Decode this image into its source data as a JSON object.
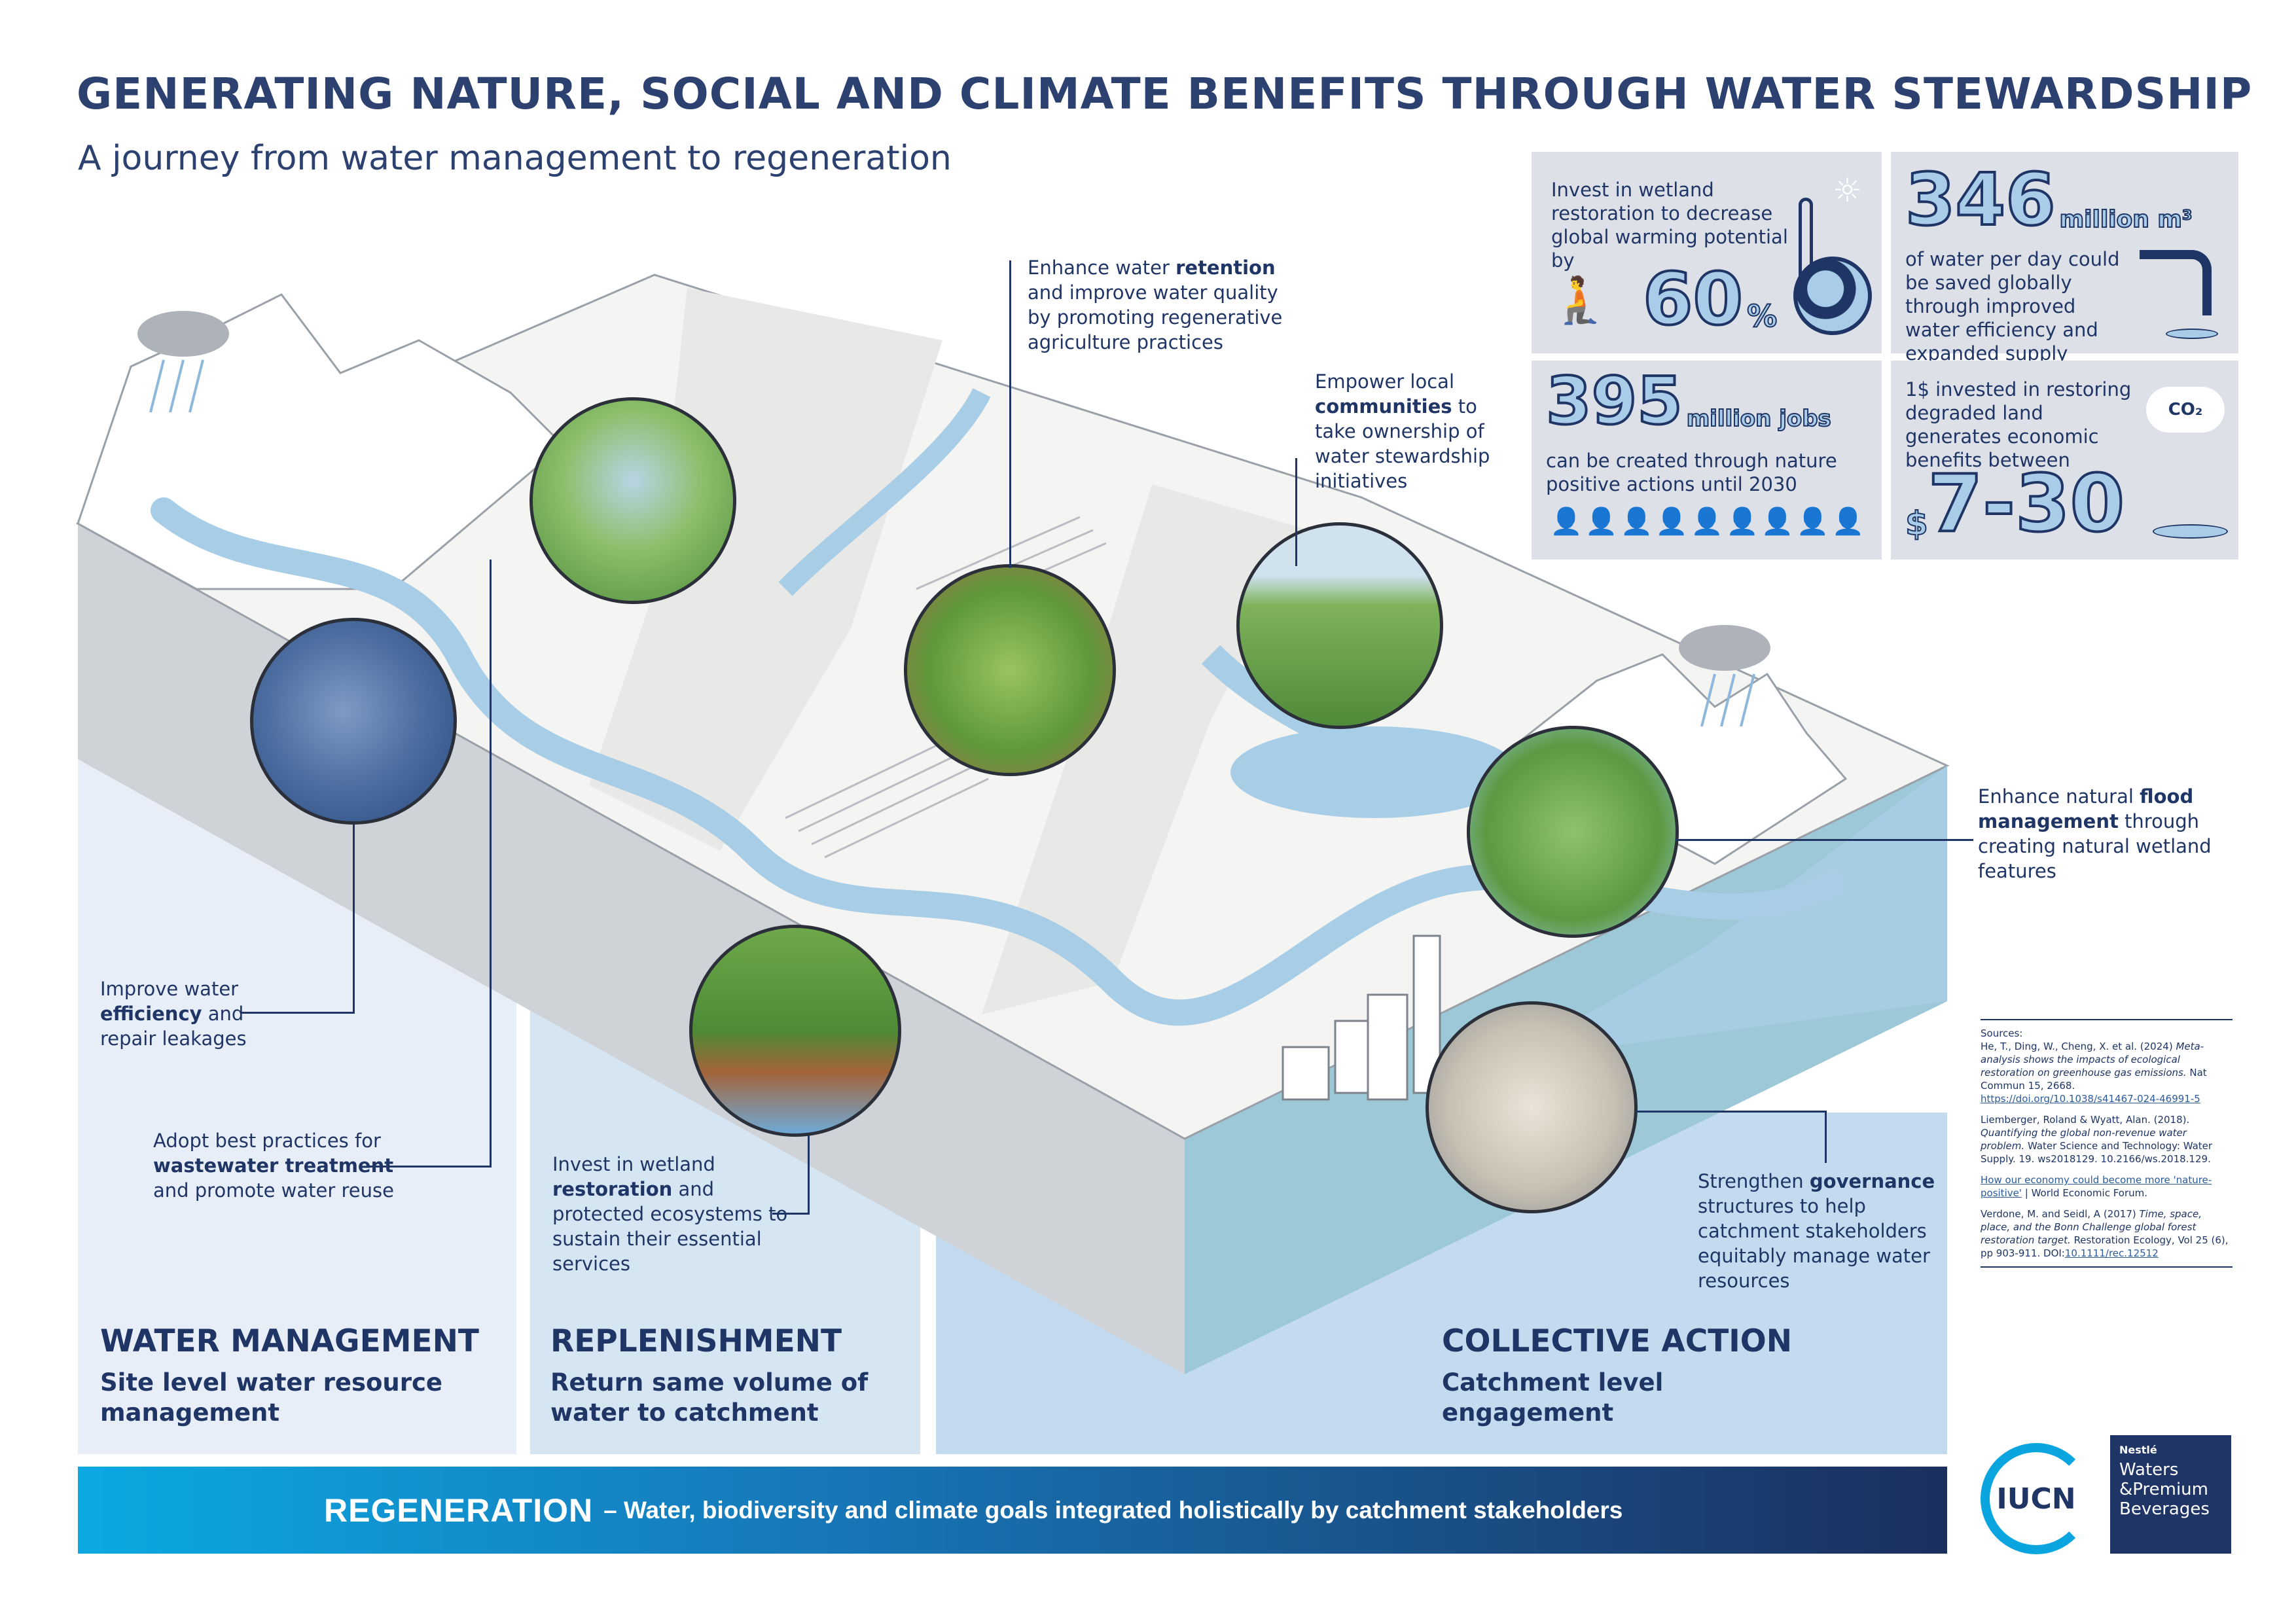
{
  "header": {
    "title": "GENERATING NATURE, SOCIAL AND CLIMATE BENEFITS THROUGH WATER STEWARDSHIP",
    "subtitle": "A journey from water management to regeneration"
  },
  "stats": [
    {
      "text": "Invest in wetland restoration to decrease global warming potential by",
      "value": "60",
      "unit": "%",
      "icons": [
        "person-planting-icon",
        "tree-icon",
        "sun-icon",
        "thermometer-icon",
        "globe-icon"
      ]
    },
    {
      "value": "346",
      "unit": "million m³",
      "text": "of water per day could be saved globally through improved water efficiency and expanded supply",
      "icons": [
        "tap-icon",
        "water-drops-icon"
      ]
    },
    {
      "value": "395",
      "unit": "million jobs",
      "text": "can be created through nature positive actions until 2030",
      "icons": [
        "workers-icon"
      ]
    },
    {
      "text": "1$ invested in restoring degraded land generates economic benefits between",
      "currency": "$",
      "value": "7-30",
      "co2": "CO₂",
      "icons": [
        "co2-cloud-icon",
        "dragonfly-icon",
        "reeds-icon"
      ]
    }
  ],
  "annotations": {
    "retention": {
      "pre": "Enhance water ",
      "bold": "retention",
      "post": " and improve water quality by promoting regenerative agriculture practices"
    },
    "communities": {
      "pre": "Empower local ",
      "bold": "communities",
      "post": " to take ownership of water stewardship initiatives"
    },
    "flood": {
      "pre": "Enhance natural ",
      "bold": "flood management",
      "post": " through creating natural wetland features"
    },
    "efficiency": {
      "pre": "Improve water ",
      "bold": "efficiency",
      "post": " and repair leakages"
    },
    "wastewater": {
      "pre": "Adopt best practices for ",
      "bold": "wastewater treatment",
      "post": " and promote water reuse"
    },
    "wetland": {
      "pre": "Invest in wetland ",
      "bold": "restoration",
      "post": " and protected ecosystems to sustain their essential services"
    },
    "governance": {
      "pre": "Strengthen ",
      "bold": "governance",
      "post": " structures to help catchment stakeholders equitably manage water resources"
    }
  },
  "sections": [
    {
      "title": "WATER MANAGEMENT",
      "subtitle": "Site level water resource management"
    },
    {
      "title": "REPLENISHMENT",
      "subtitle": "Return same volume of water to catchment"
    },
    {
      "title": "COLLECTIVE ACTION",
      "subtitle": "Catchment level engagement"
    }
  ],
  "regeneration": {
    "title": "REGENERATION",
    "text": "– Water, biodiversity and climate goals integrated holistically by catchment stakeholders"
  },
  "sources": {
    "heading": "Sources:",
    "items": [
      {
        "authors": "He, T., Ding, W., Cheng, X. et al. (2024)",
        "title": "Meta-analysis shows the impacts of ecological restoration on greenhouse gas emissions.",
        "rest": "Nat Commun 15, 2668.",
        "link": "https://doi.org/10.1038/s41467-024-46991-5"
      },
      {
        "authors": "Liemberger, Roland & Wyatt, Alan. (2018).",
        "title": "Quantifying the global non-revenue water problem.",
        "rest": "Water Science and Technology: Water Supply. 19. ws2018129. 10.2166/ws.2018.129."
      },
      {
        "link": "How our economy could become more 'nature-positive'",
        "rest": "| World Economic Forum."
      },
      {
        "authors": "Verdone, M. and Seidl, A (2017)",
        "title": "Time, space, place, and the Bonn Challenge global forest restoration target.",
        "rest": "Restoration Ecology, Vol 25 (6), pp 903-911. DOI:",
        "link": "10.1111/rec.12512"
      }
    ]
  },
  "logos": {
    "iucn": "IUCN",
    "nestle_brand": "Nestlé",
    "nestle_line1": "Waters",
    "nestle_line2": "&Premium",
    "nestle_line3": "Beverages"
  },
  "colors": {
    "navy": "#1f3565",
    "light_blue": "#a9cde9",
    "stat_bg": "#dde1e7",
    "regen_start": "#0ba9e2",
    "regen_end": "#1b2f5e"
  }
}
